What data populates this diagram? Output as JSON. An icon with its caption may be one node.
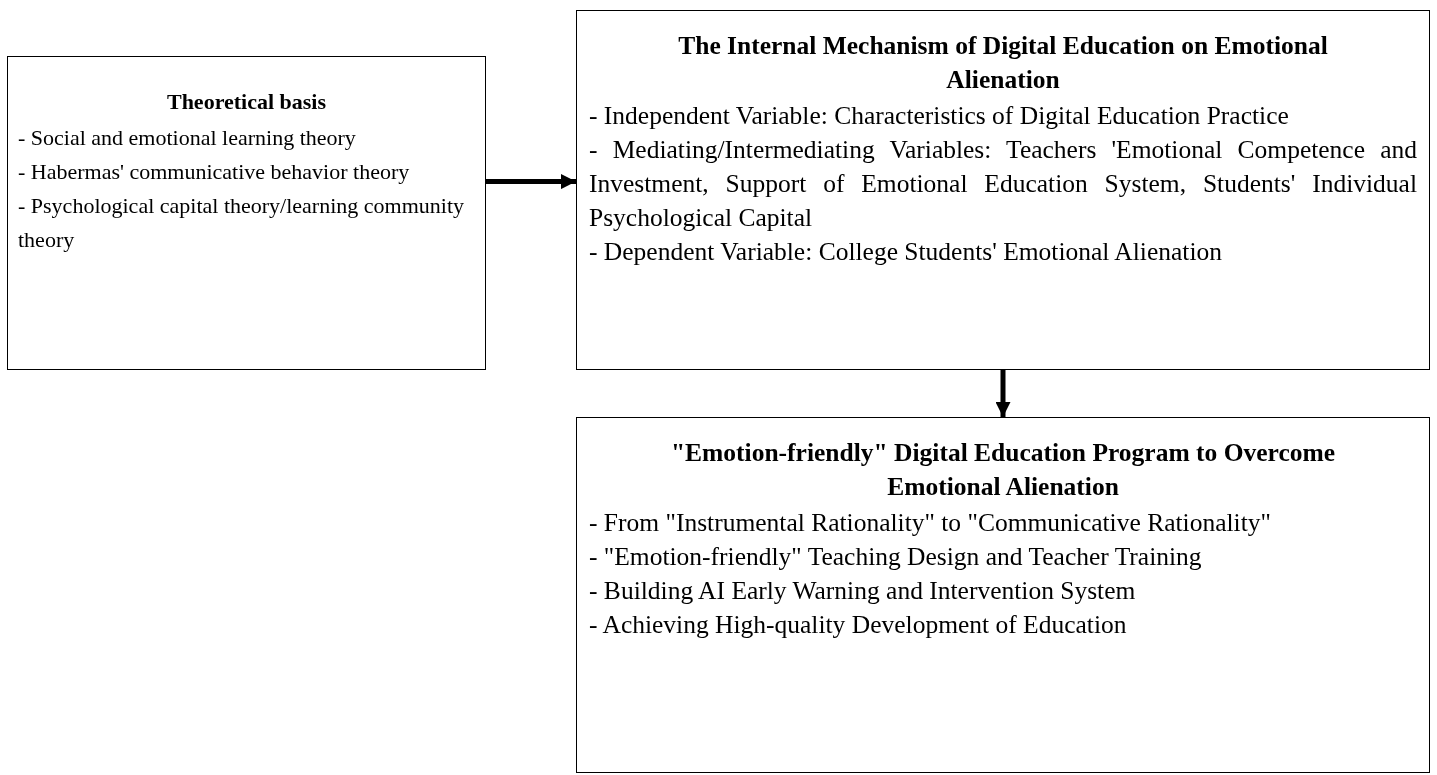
{
  "diagram": {
    "nodes": [
      {
        "text": [
          "Theoretical basis",
          "- Social and emotional learning theory",
          "- Habermas' communicative behavior theory",
          "- Psychological capital theory/learning community theory"
        ]
      },
      {
        "text": [
          "The Internal Mechanism of Digital Education on Emotional Alienation",
          "- Independent Variable: Characteristics of Digital Education Practice",
          "- Mediating/Intermediating Variables: Teachers 'Emotional Competence and Investment, Support of Emotional Education System, Students' Individual Psychological Capital",
          "- Dependent Variable: College Students' Emotional Alienation"
        ]
      },
      {
        "text": [
          "\"Emotion-friendly\" Digital Education Program to Overcome Emotional Alienation",
          "- From \"Instrumental Rationality\" to \"Communicative Rationality\"",
          "- \"Emotion-friendly\" Teaching Design and Teacher Training",
          "- Building AI Early Warning and Intervention System",
          "- Achieving High-quality Development of Education"
        ]
      }
    ],
    "edges": [
      {
        "from": 0,
        "to": 1,
        "arrow": "to"
      },
      {
        "from": 1,
        "to": 2,
        "arrow": "to"
      }
    ]
  }
}
